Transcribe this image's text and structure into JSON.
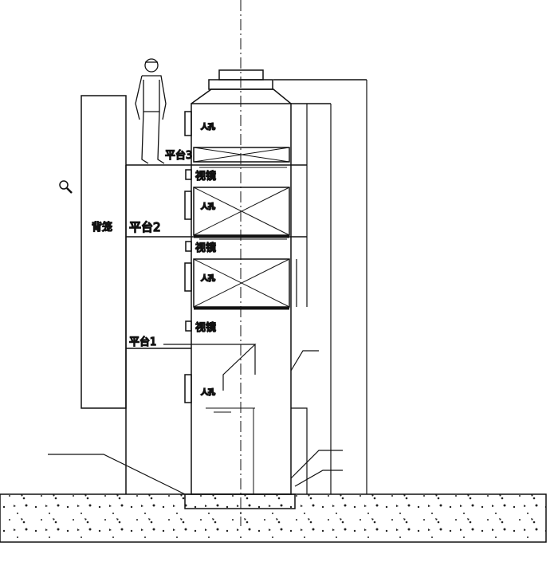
{
  "drawing": {
    "cage_label": "背笼",
    "platforms": [
      "平台1",
      "平台2",
      "平台3"
    ],
    "sight_glass_label": "视镜",
    "manhole_label": "人孔"
  },
  "colors": {
    "line": "#111111",
    "ground": "#f4f4f4"
  },
  "icons": {
    "zoom": "magnifier-icon"
  }
}
